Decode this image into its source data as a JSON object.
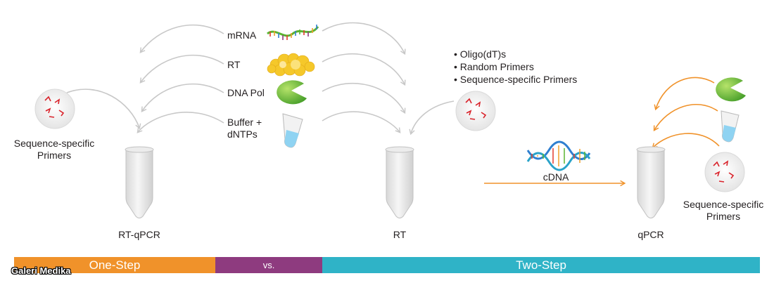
{
  "labels": {
    "mrna": "mRNA",
    "rt_reagent": "RT",
    "dna_pol": "DNA Pol",
    "buffer": "Buffer +\ndNTPs",
    "primers_left": "Sequence-specific\nPrimers",
    "primers_right": "Sequence-specific\nPrimers",
    "rt_qpcr_tube": "RT-qPCR",
    "rt_tube": "RT",
    "qpcr_tube": "qPCR",
    "cdna": "cDNA"
  },
  "primer_options": [
    "• Oligo(dT)s",
    "• Random Primers",
    "• Sequence-specific Primers"
  ],
  "bar": {
    "one_step": "One-Step",
    "vs": "vs.",
    "two_step": "Two-Step"
  },
  "watermark": "Galeri Medika",
  "colors": {
    "orange": "#f0922a",
    "purple": "#8e3b7f",
    "teal": "#2fb3c7",
    "gray_arrow": "#c8c8c8",
    "primer_red": "#d9232b",
    "enzyme_green": "#5ab52e",
    "rt_yellow": "#f5c82a"
  }
}
